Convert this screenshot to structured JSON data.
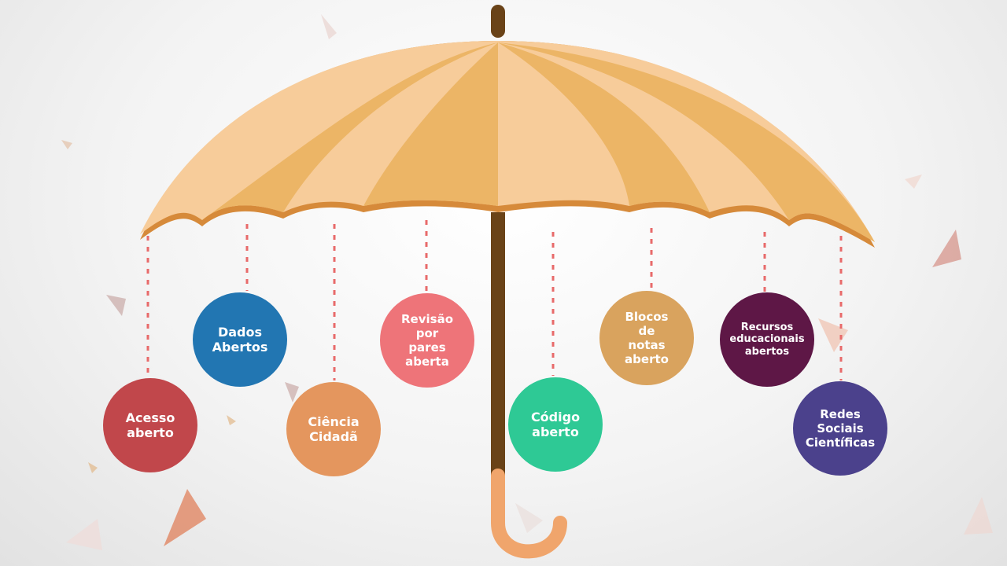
{
  "colors": {
    "background": "#f1f1f1",
    "umbrella_light": "#f7cc9a",
    "umbrella_dark": "#ecb566",
    "umbrella_rim": "#d68a3a",
    "shaft": "#6a4318",
    "handle": "#f0a56c",
    "string": "#e86a6a"
  },
  "items": [
    {
      "id": "acesso-aberto",
      "label": "Acesso\naberto",
      "color": "#c1474b"
    },
    {
      "id": "dados-abertos",
      "label": "Dados\nAbertos",
      "color": "#2276b2"
    },
    {
      "id": "ciencia-cidada",
      "label": "Ciência\nCidadã",
      "color": "#e4965e"
    },
    {
      "id": "revisao-por-pares-aberta",
      "label": "Revisão\npor\npares\naberta",
      "color": "#ee7479"
    },
    {
      "id": "codigo-aberto",
      "label": "Código\naberto",
      "color": "#2ec995"
    },
    {
      "id": "blocos-de-notas-aberto",
      "label": "Blocos\nde\nnotas\naberto",
      "color": "#d9a35e"
    },
    {
      "id": "recursos-educacionais-abertos",
      "label": "Recursos\neducacionais\nabertos",
      "color": "#5e1746"
    },
    {
      "id": "redes-sociais-cientificas",
      "label": "Redes\nSociais\nCientíficas",
      "color": "#4b418c"
    }
  ]
}
